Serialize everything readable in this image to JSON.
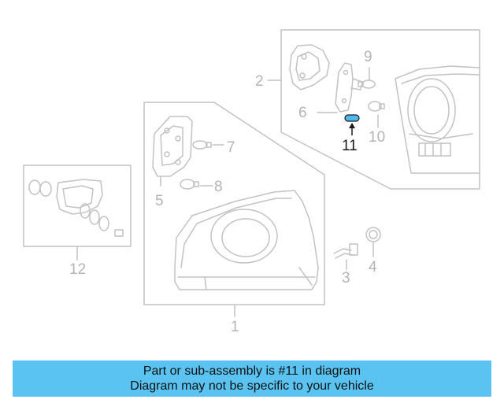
{
  "callouts": {
    "c1": "1",
    "c2": "2",
    "c3": "3",
    "c4": "4",
    "c5": "5",
    "c6": "6",
    "c7": "7",
    "c8": "8",
    "c9": "9",
    "c10": "10",
    "c11": "11",
    "c12": "12"
  },
  "highlighted_part": "11",
  "colors": {
    "line": "#c2c2c2",
    "highlight": "#4fb8ec",
    "banner": "#5bc3f1",
    "active_text": "#1a1a1a"
  },
  "banner": {
    "line1": "Part or sub-assembly is #11 in diagram",
    "line2": "Diagram may not be specific to your vehicle"
  }
}
